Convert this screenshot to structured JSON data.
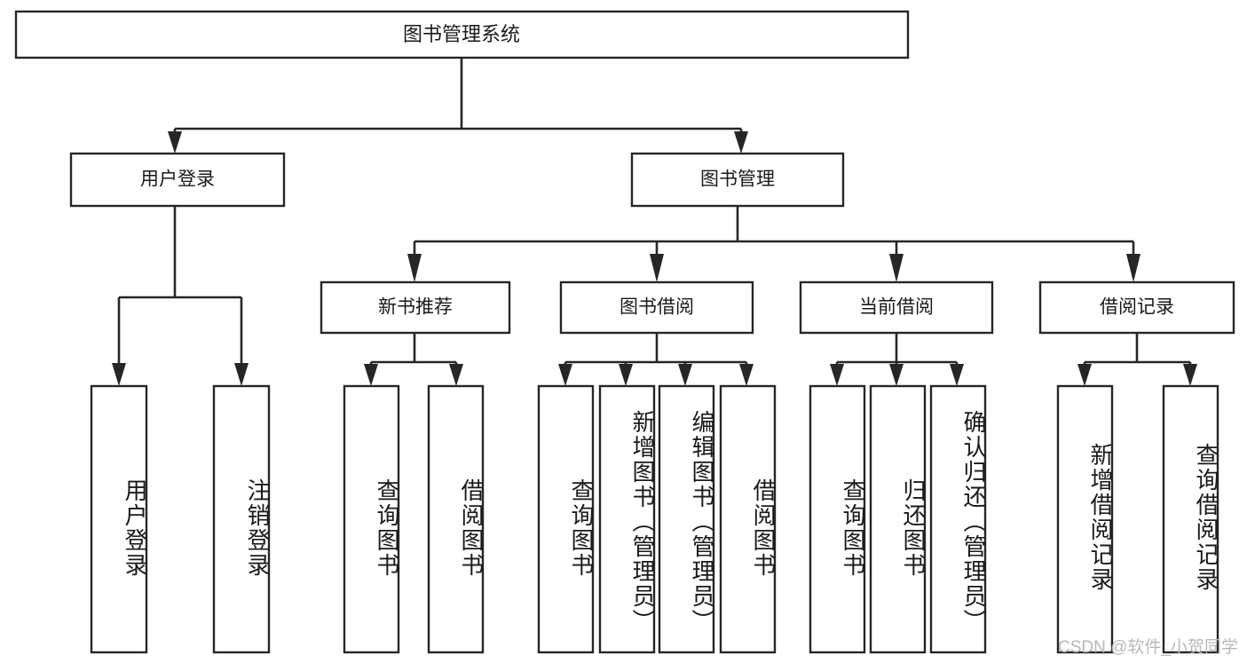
{
  "diagram": {
    "title": "图书管理系统",
    "type": "tree-hierarchy-chart",
    "root": {
      "label": "图书管理系统"
    },
    "level2": [
      {
        "label": "用户登录"
      },
      {
        "label": "图书管理"
      }
    ],
    "level3": [
      {
        "label": "新书推荐"
      },
      {
        "label": "图书借阅"
      },
      {
        "label": "当前借阅"
      },
      {
        "label": "借阅记录"
      }
    ],
    "leaves": {
      "user_login": [
        {
          "label": "用户登录"
        },
        {
          "label": "注销登录"
        }
      ],
      "new_book_recommend": [
        {
          "label": "查询图书"
        },
        {
          "label": "借阅图书"
        }
      ],
      "book_borrow": [
        {
          "label": "查询图书"
        },
        {
          "label": "新增图书（管理员）"
        },
        {
          "label": "编辑图书（管理员）"
        },
        {
          "label": "借阅图书"
        }
      ],
      "current_borrow": [
        {
          "label": "查询图书"
        },
        {
          "label": "归还图书"
        },
        {
          "label": "确认归还（管理员）"
        }
      ],
      "borrow_record": [
        {
          "label": "新增借阅记录"
        },
        {
          "label": "查询借阅记录"
        }
      ]
    }
  },
  "watermark": {
    "text": "CSDN @软件_小贺同学"
  },
  "colors": {
    "stroke": "#262626",
    "box_fill": "#ffffff",
    "text": "#1a1a1a",
    "watermark": "#b9b9b9",
    "background": "#ffffff"
  }
}
